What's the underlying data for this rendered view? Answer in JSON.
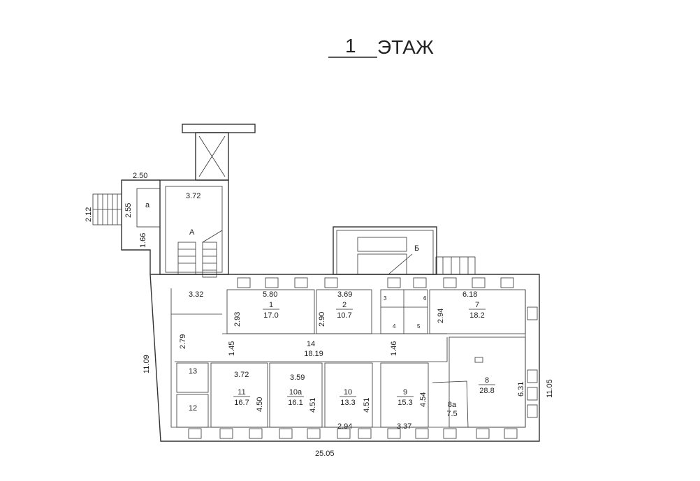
{
  "title": {
    "number": "1",
    "label": "ЭТАЖ"
  },
  "annotations": {
    "stair_a": "А",
    "stair_b": "Б",
    "room_a_small": "а"
  },
  "rooms": [
    {
      "id": "1",
      "area": "17.0"
    },
    {
      "id": "2",
      "area": "10.7"
    },
    {
      "id": "3"
    },
    {
      "id": "4"
    },
    {
      "id": "5"
    },
    {
      "id": "6"
    },
    {
      "id": "7",
      "area": "18.2"
    },
    {
      "id": "8",
      "area": "28.8"
    },
    {
      "id": "8а",
      "area": "7.5"
    },
    {
      "id": "9",
      "area": "15.3"
    },
    {
      "id": "10",
      "area": "13.3"
    },
    {
      "id": "10а",
      "area": "16.1"
    },
    {
      "id": "11",
      "area": "16.7"
    },
    {
      "id": "12"
    },
    {
      "id": "13"
    },
    {
      "id": "14",
      "length": "18.19"
    }
  ],
  "dimensions": {
    "annex_width": "2.50",
    "annex_stair": "2.12",
    "annex_room": "2.55",
    "annex_lower": "1.66",
    "stair_a_width": "3.72",
    "hall_width": "3.32",
    "hall_height": "2.79",
    "r1_width": "5.80",
    "r1_height": "2.93",
    "r2_width": "3.69",
    "r2_height": "2.90",
    "r7_width": "6.18",
    "r7_height": "2.94",
    "corr_left": "1.45",
    "corr_right": "1.46",
    "r11_width": "3.72",
    "r11_height": "4.50",
    "r10a_width": "3.59",
    "r10a_height": "4.51",
    "r10_height": "4.51",
    "r10_width": "2.94",
    "r9_height": "4.54",
    "r9_width": "3.37",
    "r8_height": "6.31",
    "left_total": "11.09",
    "right_total": "11.05",
    "bottom_total": "25.05"
  }
}
